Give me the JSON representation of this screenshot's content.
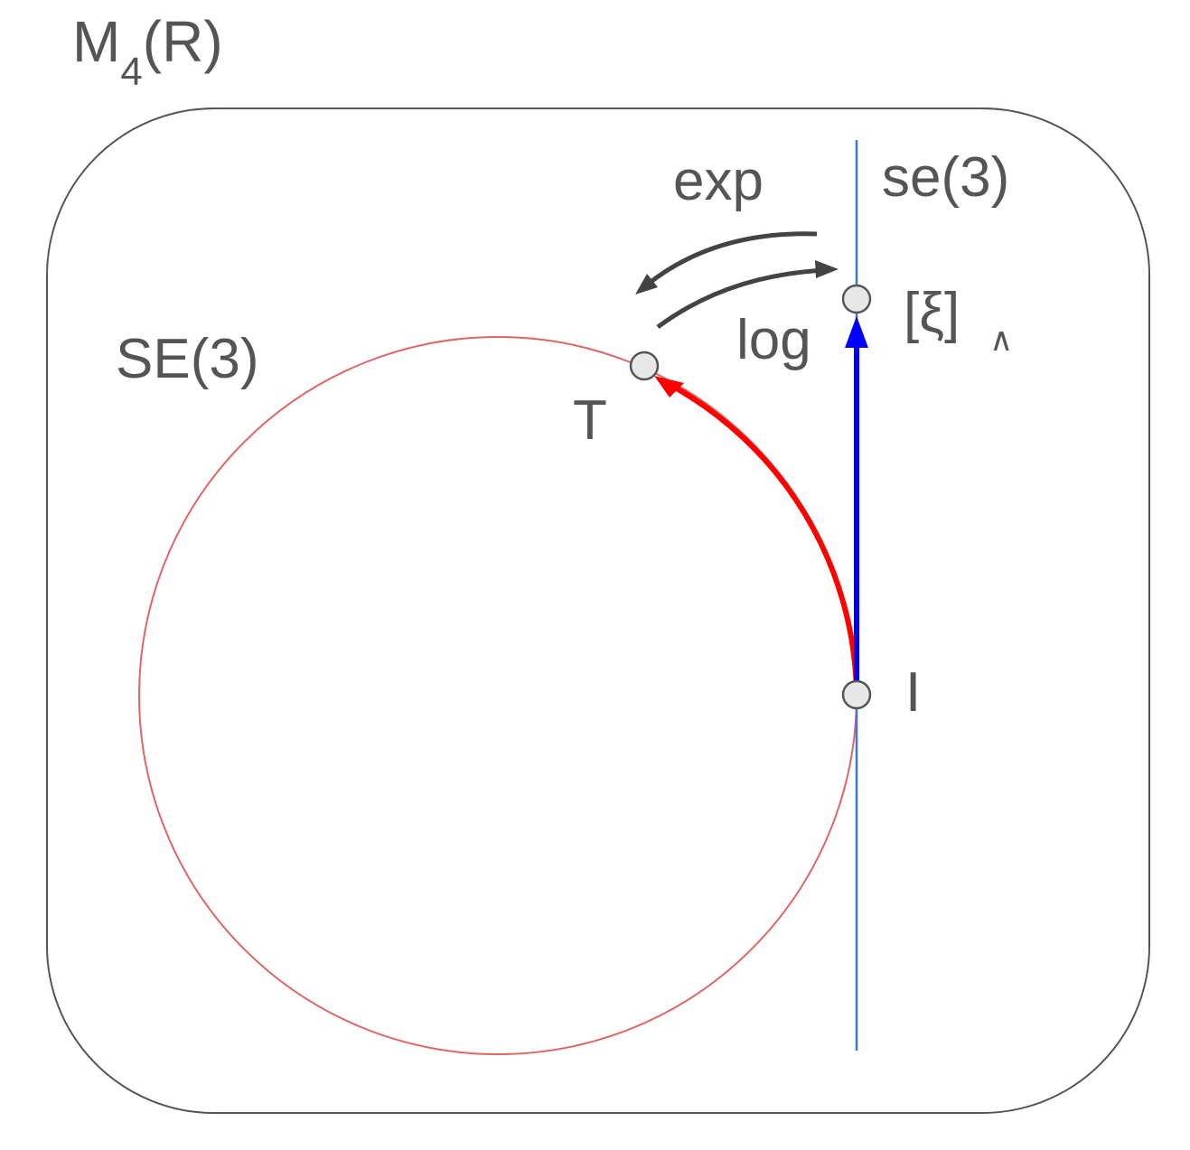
{
  "labels": {
    "ambient_space_main": "M",
    "ambient_space_sub": "4",
    "ambient_space_tail": "(R)",
    "group": "SE(3)",
    "algebra": "se(3)",
    "exp": "exp",
    "log": "log",
    "point_T": "T",
    "point_I": "I",
    "xi": "[ξ]",
    "hat": "∧"
  },
  "colors": {
    "frame": "#555555",
    "text": "#555555",
    "group_circle": "#e06666",
    "algebra_line": "#3c78d8",
    "geodesic_arrow": "#ff0000",
    "tangent_arrow": "#0000ff",
    "map_arrows": "#434343",
    "point_fill": "#e8e8e8",
    "point_stroke": "#555555"
  }
}
